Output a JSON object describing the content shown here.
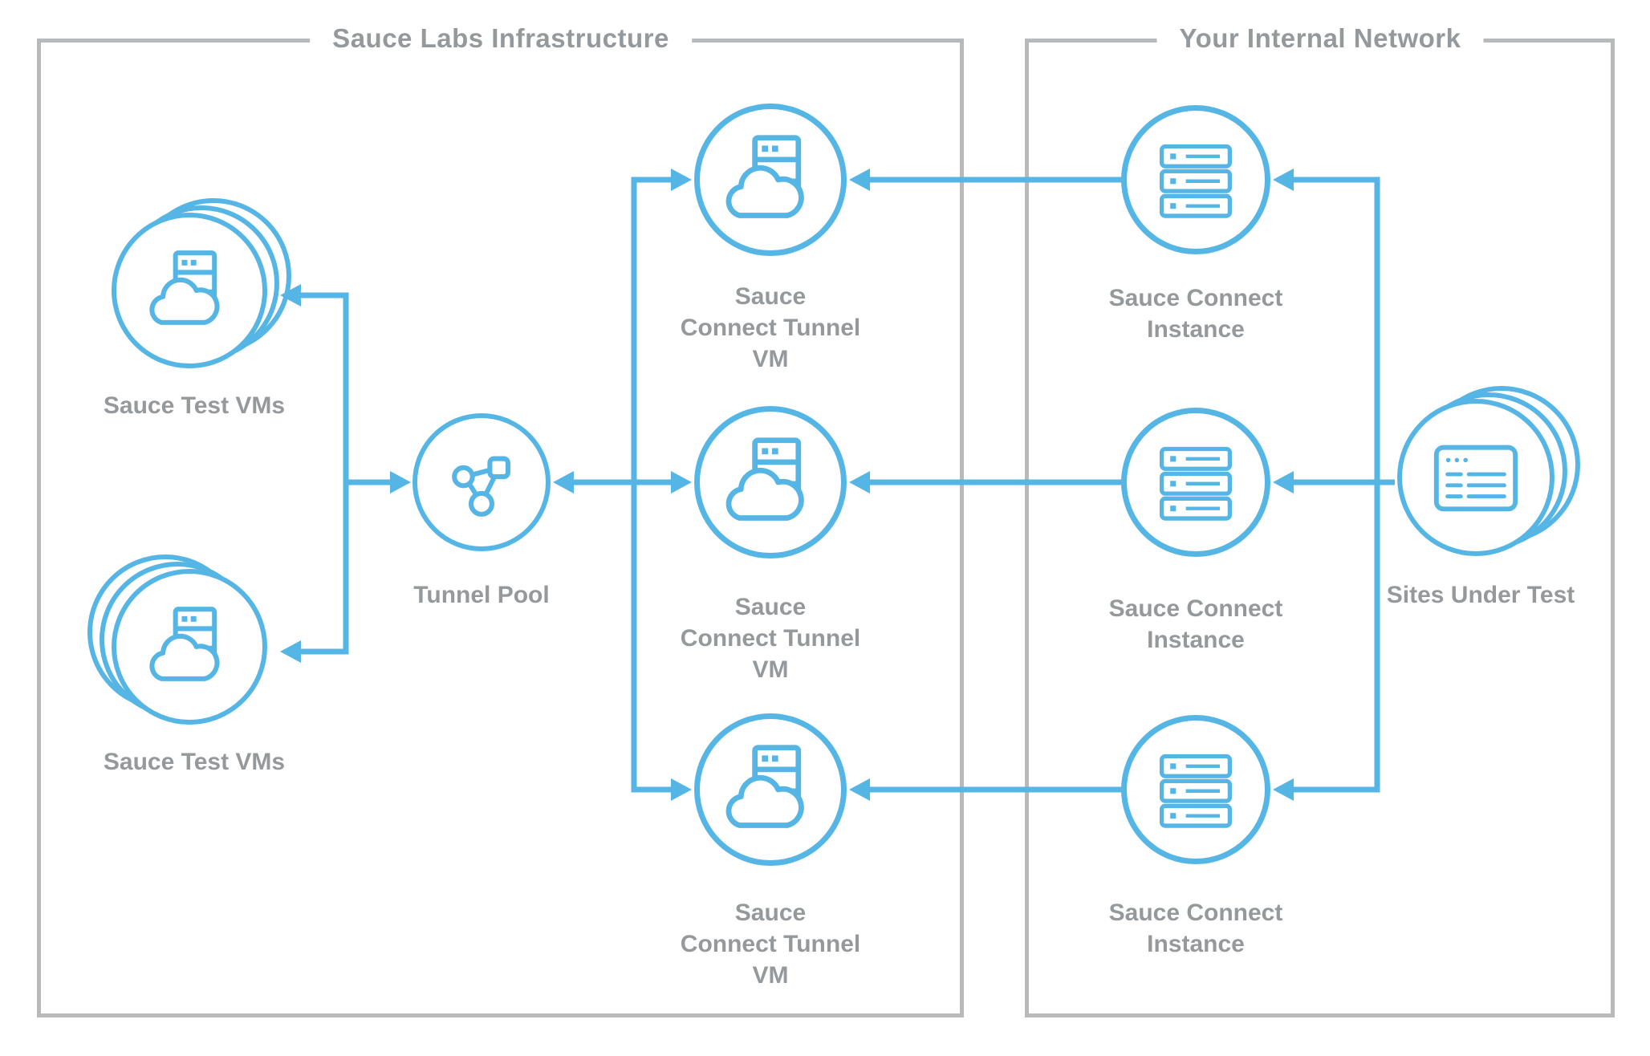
{
  "left": {
    "title": "Sauce Labs Infrastructure",
    "nodes": {
      "cloud_top": {
        "label": "Sauce Test VMs",
        "icon": "cloud-server-icon"
      },
      "cloud_bottom": {
        "label": "Sauce Test VMs",
        "icon": "cloud-server-icon"
      },
      "tunnel_pool": {
        "label": "Tunnel Pool",
        "icon": "network-nodes-icon"
      },
      "tunnel_vm_1": {
        "label": "Sauce\nConnect Tunnel\nVM",
        "icon": "cloud-server-icon"
      },
      "tunnel_vm_2": {
        "label": "Sauce\nConnect Tunnel\nVM",
        "icon": "cloud-server-icon"
      },
      "tunnel_vm_3": {
        "label": "Sauce\nConnect Tunnel\nVM",
        "icon": "cloud-server-icon"
      }
    }
  },
  "right": {
    "title": "Your Internal Network",
    "nodes": {
      "sc_instance_1": {
        "label": "Sauce Connect\nInstance",
        "icon": "server-rack-icon"
      },
      "sc_instance_2": {
        "label": "Sauce Connect\nInstance",
        "icon": "server-rack-icon"
      },
      "sc_instance_3": {
        "label": "Sauce Connect\nInstance",
        "icon": "server-rack-icon"
      },
      "sites_under_test": {
        "label": "Sites Under Test",
        "icon": "browser-window-icon"
      }
    }
  },
  "colors": {
    "accent_blue": "#55b5e4",
    "text_gray": "#95999c",
    "border_gray": "#b7b9bb"
  }
}
